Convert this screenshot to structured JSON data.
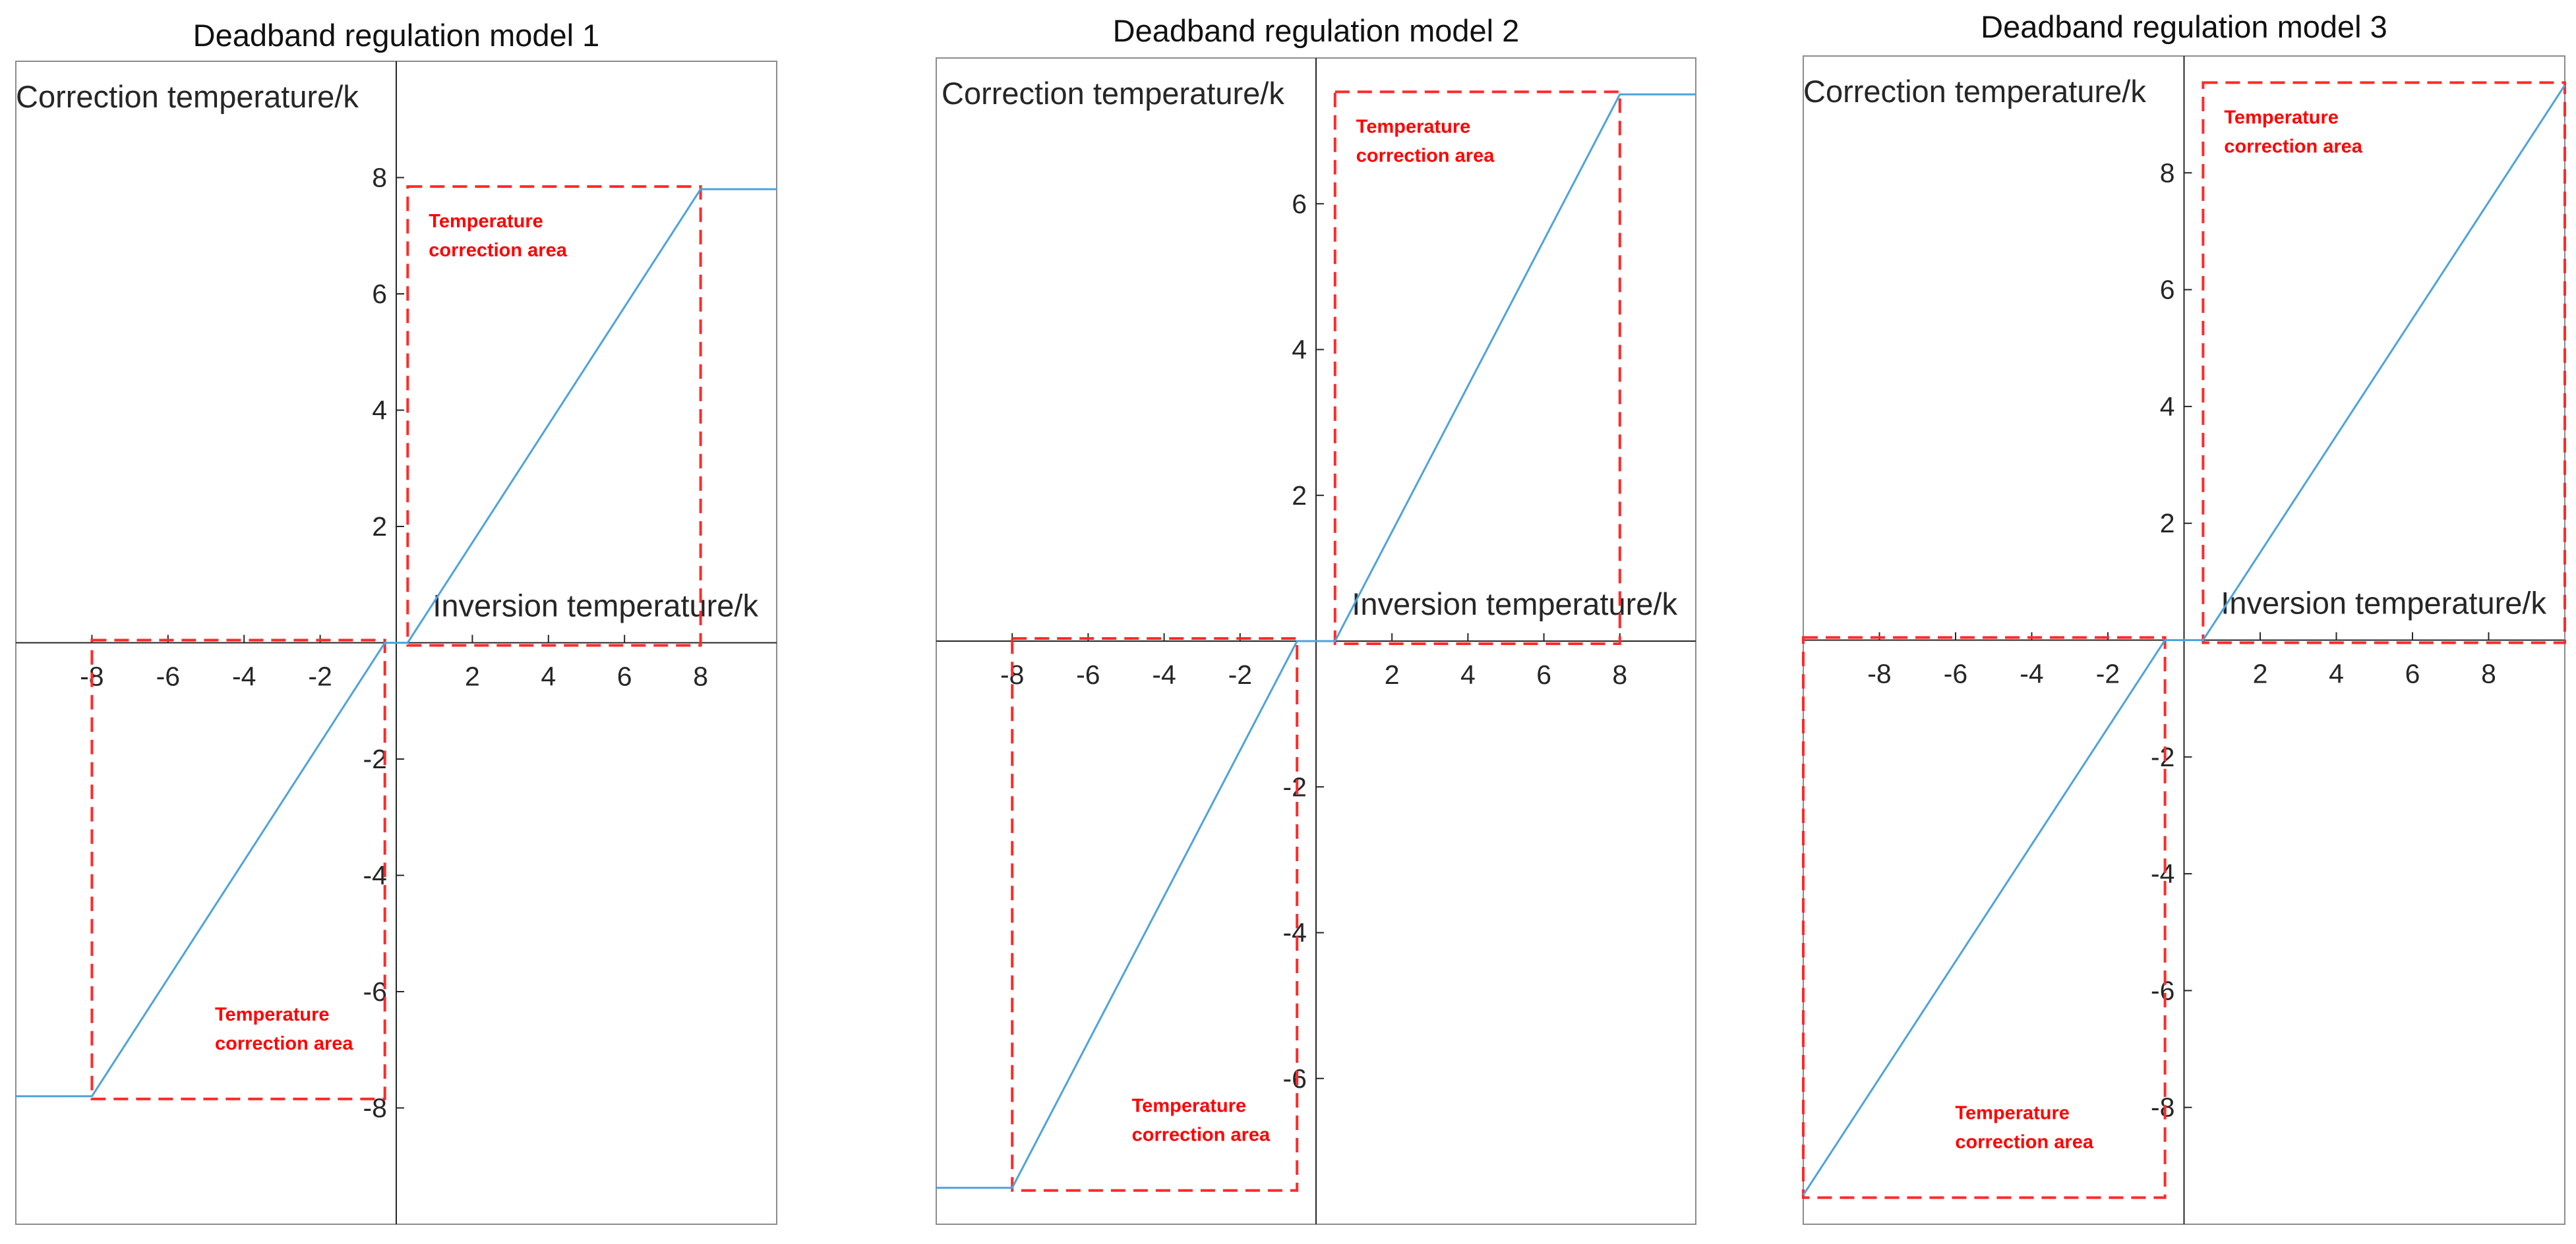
{
  "figure": {
    "colors": {
      "series": "#4ea3db",
      "annotation_box": "#ff2a2a",
      "axes": "#262626",
      "frame": "#8c8c8c"
    }
  },
  "chart_data": [
    {
      "type": "line",
      "title": "Deadband regulation model 1",
      "xlabel": "Inversion temperature/k",
      "ylabel": "Correction temperature/k",
      "xlim": [
        -10,
        10
      ],
      "ylim": [
        -10,
        10
      ],
      "xticks": [
        "-8",
        "-6",
        "-4",
        "-2",
        "2",
        "4",
        "6",
        "8"
      ],
      "yticks": [
        "-8",
        "-6",
        "-4",
        "-2",
        "2",
        "4",
        "6",
        "8"
      ],
      "series": [
        {
          "x": [
            -10,
            -8,
            -0.3,
            0.3,
            8,
            10
          ],
          "y": [
            -7.8,
            -7.8,
            0,
            0,
            7.8,
            7.8
          ]
        }
      ],
      "annotations": [
        {
          "lines": [
            "Temperature",
            "correction area"
          ],
          "x_range": [
            0.3,
            8
          ],
          "y_range": [
            0,
            7.8
          ]
        },
        {
          "lines": [
            "Temperature",
            "correction area"
          ],
          "x_range": [
            -8,
            -0.3
          ],
          "y_range": [
            -7.8,
            0
          ]
        }
      ],
      "grid": false
    },
    {
      "type": "line",
      "title": "Deadband regulation model 2",
      "xlabel": "Inversion temperature/k",
      "ylabel": "Correction temperature/k",
      "xlim": [
        -10,
        10
      ],
      "ylim": [
        -8,
        8
      ],
      "xticks": [
        "-8",
        "-6",
        "-4",
        "-2",
        "2",
        "4",
        "6",
        "8"
      ],
      "yticks": [
        "-6",
        "-4",
        "-2",
        "2",
        "4",
        "6"
      ],
      "series": [
        {
          "x": [
            -10,
            -8,
            -0.5,
            0.5,
            8,
            10
          ],
          "y": [
            -7.5,
            -7.5,
            0,
            0,
            7.5,
            7.5
          ]
        }
      ],
      "annotations": [
        {
          "lines": [
            "Temperature",
            "correction area"
          ],
          "x_range": [
            0.5,
            8
          ],
          "y_range": [
            0,
            7.5
          ]
        },
        {
          "lines": [
            "Temperature",
            "correction area"
          ],
          "x_range": [
            -8,
            -0.5
          ],
          "y_range": [
            -7.5,
            0
          ]
        }
      ],
      "grid": false
    },
    {
      "type": "line",
      "title": "Deadband regulation model 3",
      "xlabel": "Inversion temperature/k",
      "ylabel": "Correction temperature/k",
      "xlim": [
        -10,
        10
      ],
      "ylim": [
        -10,
        10
      ],
      "xticks": [
        "-8",
        "-6",
        "-4",
        "-2",
        "2",
        "4",
        "6",
        "8"
      ],
      "yticks": [
        "-8",
        "-6",
        "-4",
        "-2",
        "2",
        "4",
        "6",
        "8"
      ],
      "series": [
        {
          "x": [
            -10,
            -0.5,
            0.5,
            10
          ],
          "y": [
            -9.5,
            0,
            0,
            9.5
          ]
        }
      ],
      "annotations": [
        {
          "lines": [
            "Temperature",
            "correction area"
          ],
          "x_range": [
            0.5,
            10
          ],
          "y_range": [
            0,
            9.5
          ]
        },
        {
          "lines": [
            "Temperature",
            "correction area"
          ],
          "x_range": [
            -10,
            -0.5
          ],
          "y_range": [
            -9.5,
            0
          ]
        }
      ],
      "grid": false
    }
  ]
}
